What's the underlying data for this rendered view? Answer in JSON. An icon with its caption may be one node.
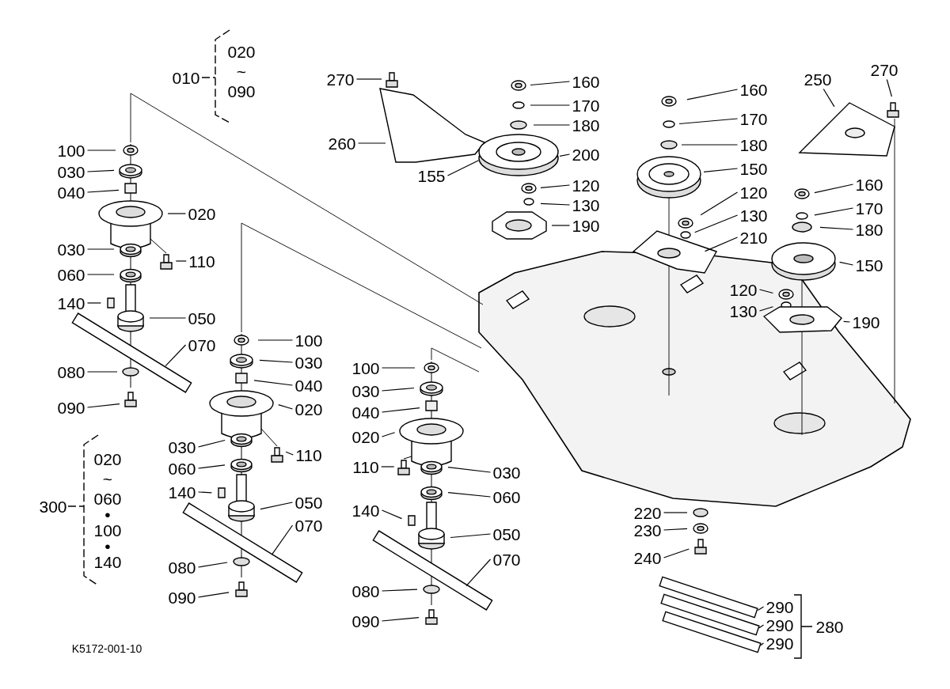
{
  "diagram": {
    "nodes": [
      {
        "text": [
          "270"
        ]
      },
      {
        "text": [
          "270"
        ]
      },
      {
        "text": [
          "250"
        ]
      },
      {
        "text": [
          "160"
        ]
      },
      {
        "text": [
          "160"
        ]
      },
      {
        "text": [
          "170"
        ]
      },
      {
        "text": [
          "170"
        ]
      },
      {
        "text": [
          "180"
        ]
      },
      {
        "text": [
          "260"
        ]
      },
      {
        "text": [
          "180"
        ]
      },
      {
        "text": [
          "100"
        ]
      },
      {
        "text": [
          "200"
        ]
      },
      {
        "text": [
          "030"
        ]
      },
      {
        "text": [
          "155"
        ]
      },
      {
        "text": [
          "150"
        ]
      },
      {
        "text": [
          "120"
        ]
      },
      {
        "text": [
          "040"
        ]
      },
      {
        "text": [
          "120"
        ]
      },
      {
        "text": [
          "130"
        ]
      },
      {
        "text": [
          "160"
        ]
      },
      {
        "text": [
          "020"
        ]
      },
      {
        "text": [
          "130"
        ]
      },
      {
        "text": [
          "190"
        ]
      },
      {
        "text": [
          "170"
        ]
      },
      {
        "text": [
          "210"
        ]
      },
      {
        "text": [
          "030"
        ]
      },
      {
        "text": [
          "180"
        ]
      },
      {
        "text": [
          "110"
        ]
      },
      {
        "text": [
          "150"
        ]
      },
      {
        "text": [
          "060"
        ]
      },
      {
        "text": [
          "120"
        ]
      },
      {
        "text": [
          "140"
        ]
      },
      {
        "text": [
          "130"
        ]
      },
      {
        "text": [
          "050"
        ]
      },
      {
        "text": [
          "190"
        ]
      },
      {
        "text": [
          "100"
        ]
      },
      {
        "text": [
          "070"
        ]
      },
      {
        "text": [
          "030"
        ]
      },
      {
        "text": [
          "100"
        ]
      },
      {
        "text": [
          "080"
        ]
      },
      {
        "text": [
          "040"
        ]
      },
      {
        "text": [
          "030"
        ]
      },
      {
        "text": [
          "090"
        ]
      },
      {
        "text": [
          "020"
        ]
      },
      {
        "text": [
          "040"
        ]
      },
      {
        "text": [
          "020"
        ]
      },
      {
        "text": [
          "030"
        ]
      },
      {
        "text": [
          "110"
        ]
      },
      {
        "text": [
          "110"
        ]
      },
      {
        "text": [
          "060"
        ]
      },
      {
        "text": [
          "030"
        ]
      },
      {
        "text": [
          "140"
        ]
      },
      {
        "text": [
          "060"
        ]
      },
      {
        "text": [
          "050"
        ]
      },
      {
        "text": [
          "140"
        ]
      },
      {
        "text": [
          "220"
        ]
      },
      {
        "text": [
          "070"
        ]
      },
      {
        "text": [
          "230"
        ]
      },
      {
        "text": [
          "050"
        ]
      },
      {
        "text": [
          "240"
        ]
      },
      {
        "text": [
          "070"
        ]
      },
      {
        "text": [
          "080"
        ]
      },
      {
        "text": [
          "080"
        ]
      },
      {
        "text": [
          "090"
        ]
      },
      {
        "text": [
          "290"
        ]
      },
      {
        "text": [
          "090"
        ]
      },
      {
        "text": [
          "290"
        ]
      },
      {
        "text": [
          "290"
        ]
      }
    ],
    "edges": [
      {
        "from": 0,
        "to": null,
        "arrow": "none"
      },
      {
        "from": 1,
        "to": null,
        "arrow": "none"
      },
      {
        "from": 2,
        "to": null,
        "arrow": "none"
      },
      {
        "from": 3,
        "to": null,
        "arrow": "none"
      },
      {
        "from": 4,
        "to": null,
        "arrow": "none"
      },
      {
        "from": 5,
        "to": null,
        "arrow": "none"
      },
      {
        "from": 6,
        "to": null,
        "arrow": "none"
      },
      {
        "from": 7,
        "to": null,
        "arrow": "none"
      },
      {
        "from": 8,
        "to": null,
        "arrow": "none"
      },
      {
        "from": 9,
        "to": null,
        "arrow": "none"
      },
      {
        "from": 10,
        "to": null,
        "arrow": "none"
      },
      {
        "from": 11,
        "to": null,
        "arrow": "none"
      },
      {
        "from": 12,
        "to": null,
        "arrow": "none"
      },
      {
        "from": 13,
        "to": null,
        "arrow": "none"
      },
      {
        "from": 14,
        "to": null,
        "arrow": "none"
      },
      {
        "from": 15,
        "to": null,
        "arrow": "none"
      },
      {
        "from": 16,
        "to": null,
        "arrow": "none"
      },
      {
        "from": 17,
        "to": null,
        "arrow": "none"
      },
      {
        "from": 18,
        "to": null,
        "arrow": "none"
      },
      {
        "from": 19,
        "to": null,
        "arrow": "none"
      },
      {
        "from": 20,
        "to": null,
        "arrow": "none"
      },
      {
        "from": 21,
        "to": null,
        "arrow": "none"
      },
      {
        "from": 22,
        "to": null,
        "arrow": "none"
      },
      {
        "from": 23,
        "to": null,
        "arrow": "none"
      },
      {
        "from": 24,
        "to": null,
        "arrow": "none"
      },
      {
        "from": 25,
        "to": null,
        "arrow": "none"
      },
      {
        "from": 26,
        "to": null,
        "arrow": "none"
      },
      {
        "from": 27,
        "to": null,
        "arrow": "none"
      },
      {
        "from": 28,
        "to": null,
        "arrow": "none"
      },
      {
        "from": 29,
        "to": null,
        "arrow": "none"
      },
      {
        "from": 30,
        "to": null,
        "arrow": "none"
      },
      {
        "from": 31,
        "to": null,
        "arrow": "none"
      },
      {
        "from": 32,
        "to": null,
        "arrow": "none"
      },
      {
        "from": 33,
        "to": null,
        "arrow": "none"
      },
      {
        "from": 34,
        "to": null,
        "arrow": "none"
      },
      {
        "from": 35,
        "to": null,
        "arrow": "none"
      },
      {
        "from": 36,
        "to": null,
        "arrow": "none"
      },
      {
        "from": 37,
        "to": null,
        "arrow": "none"
      },
      {
        "from": 38,
        "to": null,
        "arrow": "none"
      },
      {
        "from": 39,
        "to": null,
        "arrow": "none"
      },
      {
        "from": 40,
        "to": null,
        "arrow": "none"
      },
      {
        "from": 41,
        "to": null,
        "arrow": "none"
      },
      {
        "from": 42,
        "to": null,
        "arrow": "none"
      },
      {
        "from": 43,
        "to": null,
        "arrow": "none"
      },
      {
        "from": 44,
        "to": null,
        "arrow": "none"
      },
      {
        "from": 45,
        "to": null,
        "arrow": "none"
      },
      {
        "from": 46,
        "to": null,
        "arrow": "none"
      },
      {
        "from": 47,
        "to": null,
        "arrow": "none"
      },
      {
        "from": 48,
        "to": null,
        "arrow": "none"
      },
      {
        "from": 49,
        "to": null,
        "arrow": "none"
      },
      {
        "from": 50,
        "to": null,
        "arrow": "none"
      },
      {
        "from": 51,
        "to": null,
        "arrow": "none"
      },
      {
        "from": 52,
        "to": null,
        "arrow": "none"
      },
      {
        "from": 53,
        "to": null,
        "arrow": "none"
      },
      {
        "from": 54,
        "to": null,
        "arrow": "none"
      },
      {
        "from": 55,
        "to": null,
        "arrow": "none"
      },
      {
        "from": 56,
        "to": null,
        "arrow": "none"
      },
      {
        "from": 57,
        "to": null,
        "arrow": "none"
      },
      {
        "from": 58,
        "to": null,
        "arrow": "none"
      },
      {
        "from": 59,
        "to": null,
        "arrow": "none"
      },
      {
        "from": 60,
        "to": null,
        "arrow": "none"
      },
      {
        "from": 61,
        "to": null,
        "arrow": "none"
      },
      {
        "from": 62,
        "to": null,
        "arrow": "none"
      },
      {
        "from": 63,
        "to": null,
        "arrow": "none"
      },
      {
        "from": 64,
        "to": null,
        "arrow": "none"
      },
      {
        "from": 65,
        "to": null,
        "arrow": "none"
      },
      {
        "from": 66,
        "to": null,
        "arrow": "none"
      },
      {
        "from": 67,
        "to": null,
        "arrow": "none"
      }
    ],
    "labels": [
      "010",
      "020",
      "~",
      "090",
      "300",
      "020",
      "~",
      "060",
      "•",
      "100",
      "•",
      "140",
      "280",
      "K5172-001-10"
    ]
  }
}
